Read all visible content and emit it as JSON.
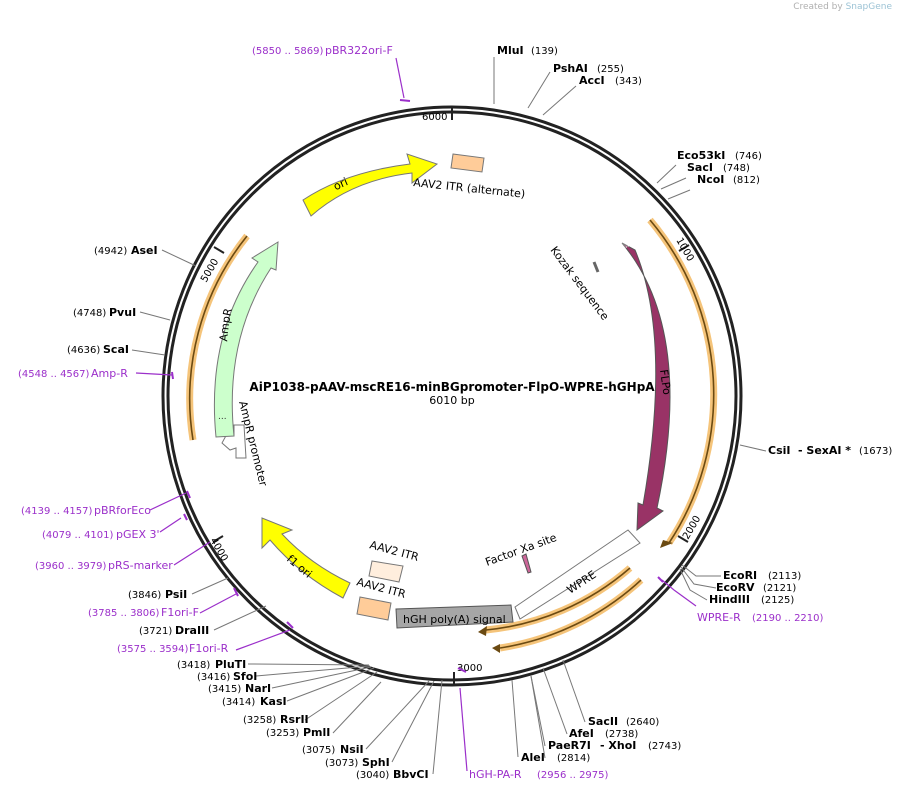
{
  "credit": {
    "prefix": "Created by",
    "brand": "SnapGene"
  },
  "plasmid": {
    "name": "AiP1038-pAAV-mscRE16-minBGpromoter-FlpO-WPRE-hGHpA",
    "size_label": "6010 bp",
    "length": 6010
  },
  "ticks": [
    "1000",
    "2000",
    "3000",
    "4000",
    "5000",
    "6000"
  ],
  "features": [
    {
      "name": "ori",
      "color": "#ffff00"
    },
    {
      "name": "AAV2 ITR (alternate)",
      "color": "#ffcc99"
    },
    {
      "name": "Kozak sequence",
      "color": "#999999"
    },
    {
      "name": "FLPo",
      "color": "#993366"
    },
    {
      "name": "WPRE",
      "color": "#ffffff"
    },
    {
      "name": "Factor Xa site",
      "color": "#cc6699"
    },
    {
      "name": "hGH poly(A) signal",
      "color": "#a6a6a6"
    },
    {
      "name": "AAV2 ITR",
      "color": "#ffcc99"
    },
    {
      "name": "AAV2 ITR",
      "color": "#ffeedd"
    },
    {
      "name": "f1 ori",
      "color": "#ffff00"
    },
    {
      "name": "AmpR promoter",
      "color": "#ffffff"
    },
    {
      "name": "AmpR",
      "color": "#ccffcc"
    }
  ],
  "sites": [
    {
      "name": "MluI",
      "pos": "(139)"
    },
    {
      "name": "PshAI",
      "pos": "(255)"
    },
    {
      "name": "AccI",
      "pos": "(343)"
    },
    {
      "name": "Eco53kI",
      "pos": "(746)"
    },
    {
      "name": "SacI",
      "pos": "(748)"
    },
    {
      "name": "NcoI",
      "pos": "(812)"
    },
    {
      "name": "CsiI",
      "pos": ""
    },
    {
      "name": "- SexAI *",
      "pos": "(1673)"
    },
    {
      "name": "EcoRI",
      "pos": "(2113)"
    },
    {
      "name": "EcoRV",
      "pos": "(2121)"
    },
    {
      "name": "HindIII",
      "pos": "(2125)"
    },
    {
      "name": "SacII",
      "pos": "(2640)"
    },
    {
      "name": "AfeI",
      "pos": "(2738)"
    },
    {
      "name": "PaeR7I",
      "pos": ""
    },
    {
      "name": "- XhoI",
      "pos": "(2743)"
    },
    {
      "name": "AleI",
      "pos": "(2814)"
    },
    {
      "name": "BbvCI",
      "pos": "(3040)"
    },
    {
      "name": "SphI",
      "pos": "(3073)"
    },
    {
      "name": "NsiI",
      "pos": "(3075)"
    },
    {
      "name": "PmlI",
      "pos": "(3253)"
    },
    {
      "name": "RsrII",
      "pos": "(3258)"
    },
    {
      "name": "KasI",
      "pos": "(3414)"
    },
    {
      "name": "NarI",
      "pos": "(3415)"
    },
    {
      "name": "SfoI",
      "pos": "(3416)"
    },
    {
      "name": "PluTI",
      "pos": "(3418)"
    },
    {
      "name": "DraIII",
      "pos": "(3721)"
    },
    {
      "name": "PsiI",
      "pos": "(3846)"
    },
    {
      "name": "ScaI",
      "pos": "(4636)"
    },
    {
      "name": "PvuI",
      "pos": "(4748)"
    },
    {
      "name": "AseI",
      "pos": "(4942)"
    }
  ],
  "primers": [
    {
      "name": "pBR322ori-F",
      "range": "(5850 .. 5869)"
    },
    {
      "name": "Amp-R",
      "range": "(4548 .. 4567)"
    },
    {
      "name": "pBRforEco",
      "range": "(4139 .. 4157)"
    },
    {
      "name": "pGEX 3'",
      "range": "(4079 .. 4101)"
    },
    {
      "name": "pRS-marker",
      "range": "(3960 .. 3979)"
    },
    {
      "name": "F1ori-F",
      "range": "(3785 .. 3806)"
    },
    {
      "name": "F1ori-R",
      "range": "(3575 .. 3594)"
    },
    {
      "name": "WPRE-R",
      "range": "(2190 .. 2210)"
    },
    {
      "name": "hGH-PA-R",
      "range": "(2956 .. 2975)"
    }
  ]
}
